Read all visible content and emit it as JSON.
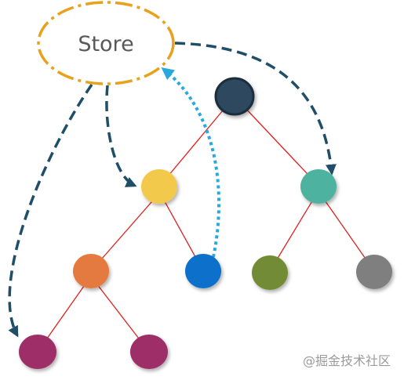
{
  "store": {
    "label": "Store",
    "border_color": "#E8A11C"
  },
  "watermark": "@掘金技术社区",
  "colors": {
    "edge": "#E0201E",
    "store_arrow": "#1F4E68",
    "child_arrow": "#29A8E0"
  },
  "nodes": [
    {
      "id": "root",
      "color": "#2E4A5E",
      "border": "#1A2F3E"
    },
    {
      "id": "yellow",
      "color": "#F2C94C"
    },
    {
      "id": "teal",
      "color": "#4DB3A0"
    },
    {
      "id": "orange",
      "color": "#E57A40"
    },
    {
      "id": "blue",
      "color": "#0F6FCB"
    },
    {
      "id": "olive",
      "color": "#728C36"
    },
    {
      "id": "gray",
      "color": "#7F7F7F"
    },
    {
      "id": "magenta-left",
      "color": "#9E2F67"
    },
    {
      "id": "magenta-right",
      "color": "#9E2F67"
    }
  ]
}
